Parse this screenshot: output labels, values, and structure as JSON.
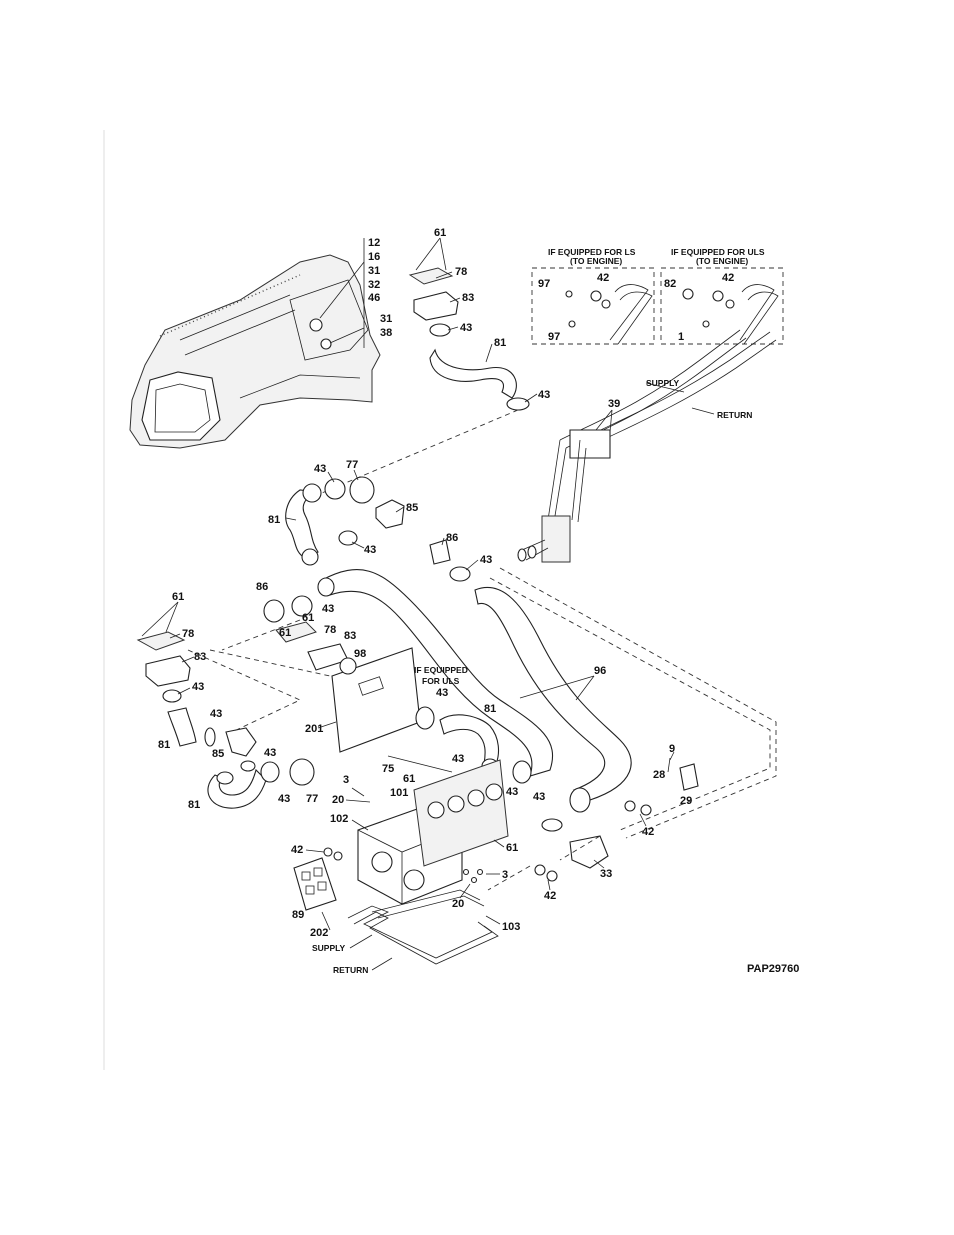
{
  "drawing_id": "PAP29760",
  "callouts": {
    "c12": "12",
    "c16": "16",
    "c31a": "31",
    "c32": "32",
    "c46": "46",
    "c31b": "31",
    "c38": "38",
    "c61_top": "61",
    "c78_top": "78",
    "c83_top": "83",
    "c43_a": "43",
    "c81_top": "81",
    "c43_b": "43",
    "c97_a": "97",
    "c42_ls": "42",
    "c97_b": "97",
    "c82": "82",
    "c42_uls": "42",
    "c1": "1",
    "c39": "39",
    "c43_c": "43",
    "c77_a": "77",
    "c81_mid": "81",
    "c85_a": "85",
    "c43_d": "43",
    "c86_a": "86",
    "c43_e": "43",
    "c61_left": "61",
    "c78_left": "78",
    "c83_left": "83",
    "c86_b": "86",
    "c43_f": "43",
    "c61_m1": "61",
    "c61_m2": "61",
    "c78_m": "78",
    "c83_m": "83",
    "c98": "98",
    "c43_g": "43",
    "c81_l": "81",
    "c43_h": "43",
    "c85_b": "85",
    "c43_i": "43",
    "c81_bl": "81",
    "c43_j": "43",
    "c77_b": "77",
    "c201": "201",
    "c43_k": "43",
    "c81_r": "81",
    "c96": "96",
    "c75": "75",
    "c3_a": "3",
    "c61_b": "61",
    "c101": "101",
    "c20_a": "20",
    "c43_l": "43",
    "c43_m": "43",
    "c43_n": "43",
    "c102": "102",
    "c61_c": "61",
    "c42_a": "42",
    "c9": "9",
    "c28": "28",
    "c29": "29",
    "c42_b": "42",
    "c33": "33",
    "c42_c": "42",
    "c3_b": "3",
    "c20_b": "20",
    "c89": "89",
    "c202": "202",
    "c103": "103"
  },
  "notes": {
    "ls_title_1": "IF EQUIPPED FOR LS",
    "ls_title_2": "(TO ENGINE)",
    "uls_title_1": "IF EQUIPPED FOR ULS",
    "uls_title_2": "(TO ENGINE)",
    "uls_mid_1": "IF EQUIPPED",
    "uls_mid_2": "FOR ULS",
    "supply_top": "SUPPLY",
    "return_top": "RETURN",
    "supply_bottom": "SUPPLY",
    "return_bottom": "RETURN"
  }
}
